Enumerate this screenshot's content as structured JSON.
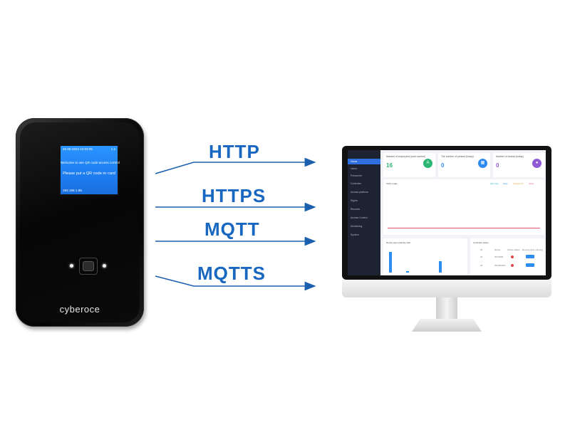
{
  "device": {
    "brand": "cyberoce",
    "screen": {
      "date_time": "25-06-2024 10:03:05",
      "signal": "1 2",
      "welcome": "Welcome to use QR code access control",
      "prompt": "Please put a QR code or card",
      "ip": "192.168.1.88"
    }
  },
  "protocols": [
    "HTTP",
    "HTTPS",
    "MQTT",
    "MQTTS"
  ],
  "colors": {
    "protocol": "#1867c0",
    "arrow": "#1c5fae",
    "screen": "#1d7df0"
  },
  "dashboard": {
    "sidebar": [
      "Home",
      "Users",
      "Personnel",
      "Controller",
      "Access platform",
      "Rights",
      "Records",
      "Access Control",
      "Monitoring",
      "System"
    ],
    "cards": [
      {
        "title": "Number of employees (total number)",
        "value": "16",
        "icon": "user-icon",
        "color": "#2bb673"
      },
      {
        "title": "The number of present (today)",
        "value": "0",
        "icon": "calendar-icon",
        "color": "#2d8cf0"
      },
      {
        "title": "Number of visitors (today)",
        "value": "0",
        "icon": "visitor-icon",
        "color": "#8e5ad6"
      }
    ],
    "chart_title": "Verify today",
    "legend": [
      "QR code",
      "Face",
      "Fingerprint",
      "Card"
    ],
    "bar_title": "Device type Quantity ratio",
    "table_title": "Controller status",
    "table_headers": [
      "ID",
      "Name",
      "Online status",
      "Remote door opening"
    ],
    "table_rows": [
      {
        "id": "21",
        "name": "3FT2WB"
      },
      {
        "id": "20",
        "name": "20C6DW07"
      }
    ],
    "bar_values": [
      0.8,
      0.05,
      0.45
    ]
  }
}
